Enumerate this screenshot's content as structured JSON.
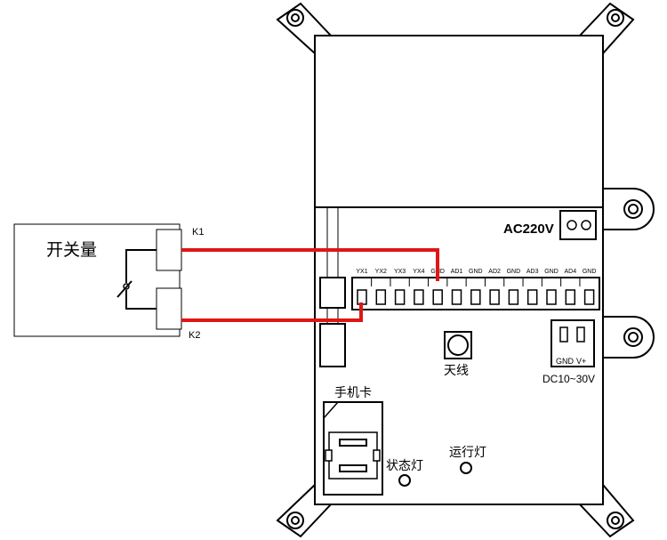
{
  "switch_box": {
    "title": "开关量",
    "k1": "K1",
    "k2": "K2"
  },
  "device": {
    "power_label": "AC220V",
    "terminals": [
      "YX1",
      "YX2",
      "YX3",
      "YX4",
      "GND",
      "AD1",
      "GND",
      "AD2",
      "GND",
      "AD3",
      "GND",
      "AD4",
      "GND"
    ],
    "dc_port": {
      "gnd": "GND",
      "vplus": "V+",
      "range": "DC10~30V"
    },
    "antenna": "天线",
    "sim_card": "手机卡",
    "status_light": "状态灯",
    "run_light": "运行灯"
  },
  "colors": {
    "wire": "#e01515",
    "line": "#000000",
    "background": "#ffffff"
  }
}
